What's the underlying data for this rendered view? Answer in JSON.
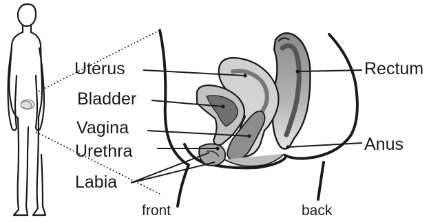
{
  "labels": {
    "uterus": "Uterus",
    "bladder": "Bladder",
    "vagina": "Vagina",
    "urethra": "Urethra",
    "labia": "Labia",
    "rectum": "Rectum",
    "anus": "Anus",
    "front": "front",
    "back": "back"
  },
  "colors": {
    "outline": "#1a1a1a",
    "organ_light": "#c9c9c9",
    "organ_mid": "#9a9a9a",
    "organ_dark": "#6e6e6e",
    "background": "#ffffff"
  }
}
